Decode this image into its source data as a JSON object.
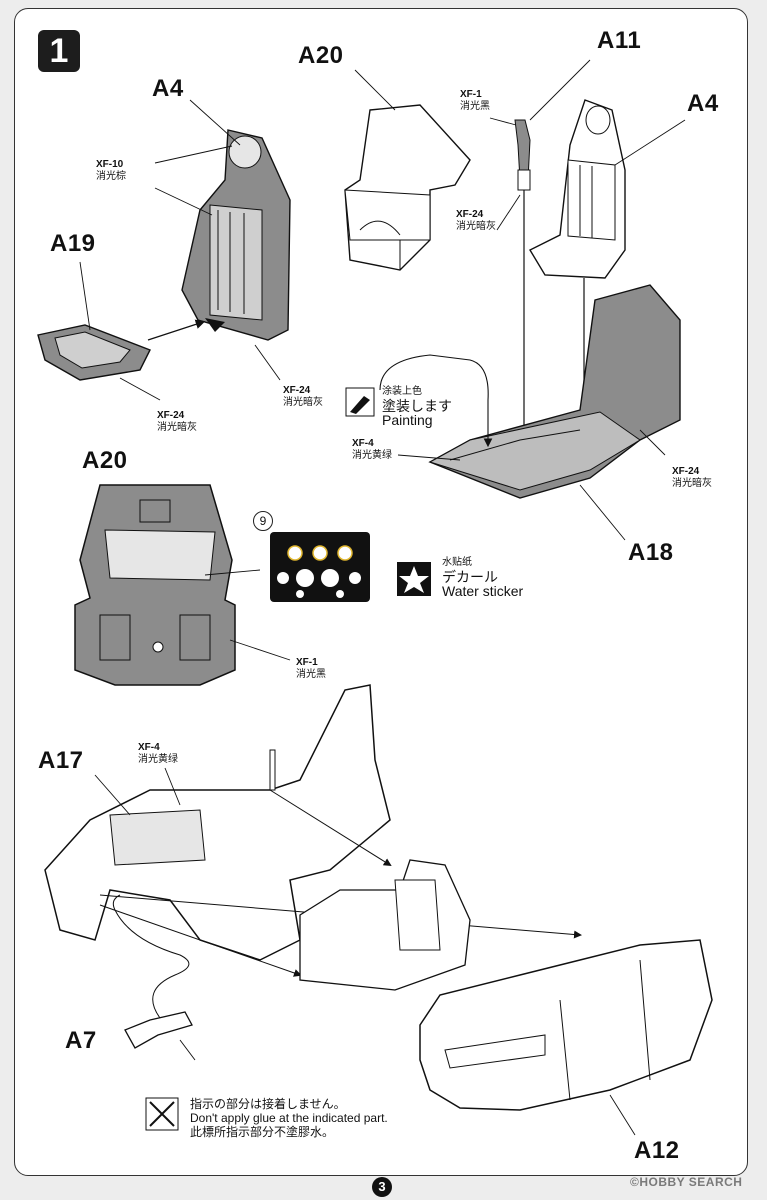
{
  "step": {
    "number": "1"
  },
  "parts": {
    "a4_left": "A4",
    "a20_top": "A20",
    "a11": "A11",
    "a4_right": "A4",
    "a19": "A19",
    "a20_mid": "A20",
    "a18": "A18",
    "a17": "A17",
    "a7": "A7",
    "a12": "A12"
  },
  "paint_notes": {
    "xf10": {
      "code": "XF-10",
      "name": "消光棕"
    },
    "xf24_a4": {
      "code": "XF-24",
      "name": "消光暗灰"
    },
    "xf24_a19": {
      "code": "XF-24",
      "name": "消光暗灰"
    },
    "xf1_a11": {
      "code": "XF-1",
      "name": "消光黑"
    },
    "xf24_a11": {
      "code": "XF-24",
      "name": "消光暗灰"
    },
    "xf4_a18": {
      "code": "XF-4",
      "name": "消光黄绿"
    },
    "xf24_a18": {
      "code": "XF-24",
      "name": "消光暗灰"
    },
    "xf1_a20": {
      "code": "XF-1",
      "name": "消光黑"
    },
    "xf4_a17": {
      "code": "XF-4",
      "name": "消光黄绿"
    }
  },
  "painting_legend": {
    "cn": "涂装上色",
    "jp": "塗装します",
    "en": "Painting"
  },
  "decal_ref": "9",
  "sticker_legend": {
    "cn": "水贴纸",
    "jp": "デカール",
    "en": "Water sticker"
  },
  "glue_warning": {
    "jp": "指示の部分は接着しません。",
    "en": "Don't apply glue at the indicated part.",
    "cn": "此標所指示部分不塗膠水。"
  },
  "page_number": "3",
  "watermark": "©HOBBY SEARCH",
  "colors": {
    "part_gray": "#8c8c8c",
    "decal_yellow": "#e0b62e",
    "ink": "#111111"
  }
}
